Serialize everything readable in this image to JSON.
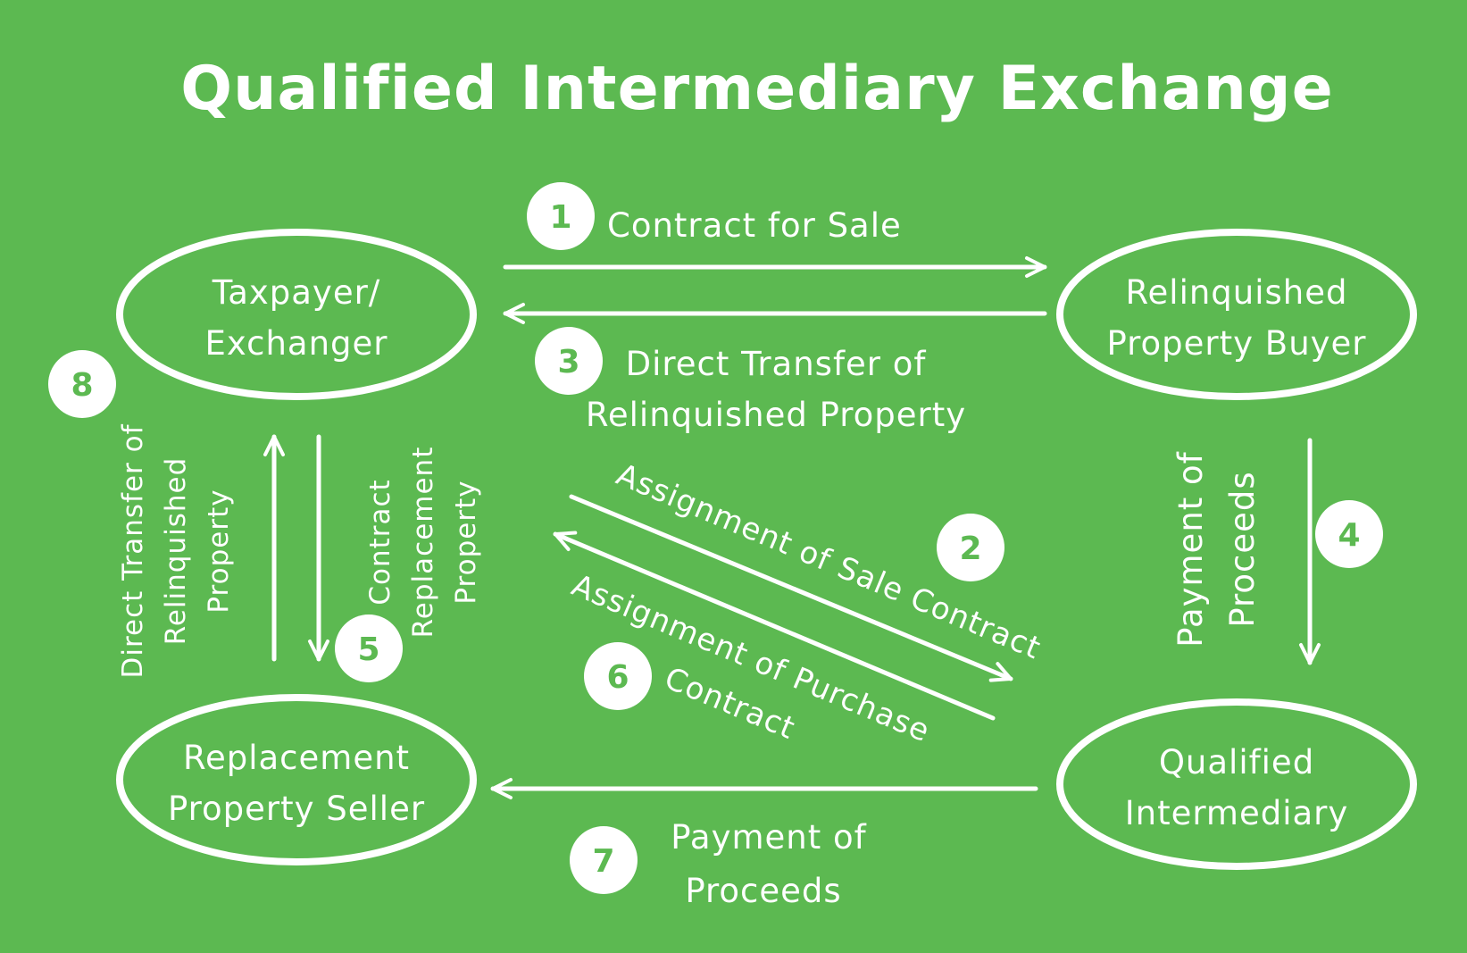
{
  "title": "Qualified Intermediary Exchange",
  "colors": {
    "background": "#5cb951",
    "foreground": "#ffffff"
  },
  "nodes": {
    "taxpayer": {
      "line1": "Taxpayer/",
      "line2": "Exchanger"
    },
    "buyer": {
      "line1": "Relinquished",
      "line2": "Property Buyer"
    },
    "seller": {
      "line1": "Replacement",
      "line2": "Property Seller"
    },
    "intermediary": {
      "line1": "Qualified",
      "line2": "Intermediary"
    }
  },
  "steps": {
    "s1": {
      "num": "1",
      "line1": "Contract for Sale"
    },
    "s2": {
      "num": "2",
      "line1": "Assignment of Sale Contract"
    },
    "s3": {
      "num": "3",
      "line1": "Direct Transfer of",
      "line2": "Relinquished Property"
    },
    "s4": {
      "num": "4",
      "line1": "Payment of",
      "line2": "Proceeds"
    },
    "s5": {
      "num": "5",
      "line1": "Contract",
      "line2": "Replacement",
      "line3": "Property"
    },
    "s6": {
      "num": "6",
      "line1": "Assignment of Purchase",
      "line2": "Contract"
    },
    "s7": {
      "num": "7",
      "line1": "Payment of",
      "line2": "Proceeds"
    },
    "s8": {
      "num": "8",
      "line1": "Direct Transfer of",
      "line2": "Relinquished",
      "line3": "Property"
    }
  }
}
